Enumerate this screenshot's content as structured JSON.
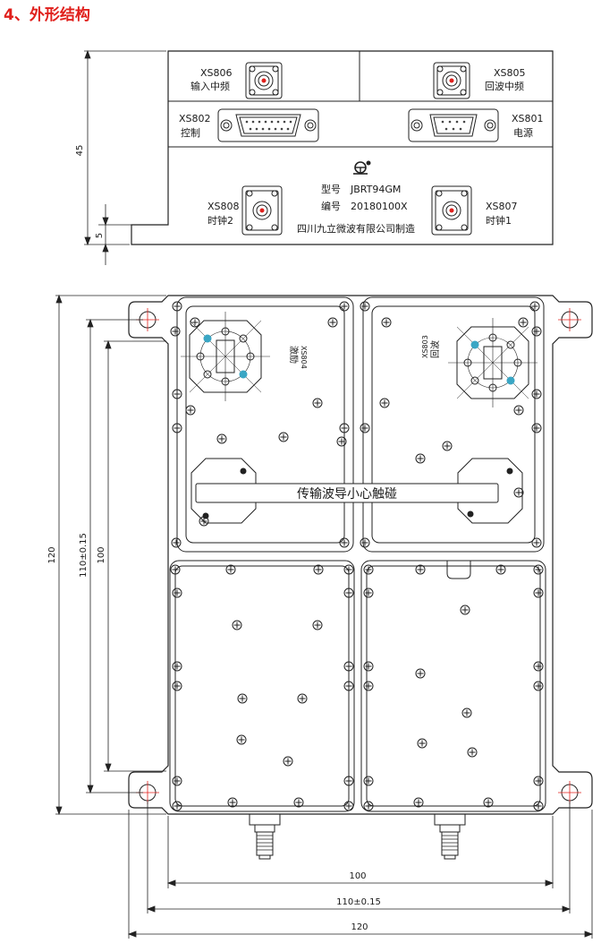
{
  "heading": "4、外形结构",
  "side_view": {
    "connectors": [
      {
        "id": "XS806",
        "name": "输入中频"
      },
      {
        "id": "XS805",
        "name": "回波中频"
      },
      {
        "id": "XS802",
        "name": "控制"
      },
      {
        "id": "XS801",
        "name": "电源"
      },
      {
        "id": "XS808",
        "name": "时钟2"
      },
      {
        "id": "XS807",
        "name": "时钟1"
      }
    ],
    "nameplate": {
      "model_label": "型号",
      "model": "JBRT94GM",
      "serial_label": "编号",
      "serial": "20180100X",
      "maker": "四川九立微波有限公司制造"
    },
    "dims": {
      "height": "45",
      "step": "5"
    }
  },
  "top_view": {
    "ports": [
      {
        "id": "XS804",
        "name": "激励"
      },
      {
        "id": "XS803",
        "name": "回波"
      }
    ],
    "warning": "传输波导小心触碰",
    "dims": {
      "left_outer": "120",
      "left_mid": "110±0.15",
      "left_inner": "100",
      "bottom_inner": "100",
      "bottom_mid": "110±0.15",
      "bottom_outer": "120"
    }
  },
  "colors": {
    "heading": "#e0201c",
    "center_mark": "#e0201c",
    "accent_hole": "#3aa6c4"
  }
}
